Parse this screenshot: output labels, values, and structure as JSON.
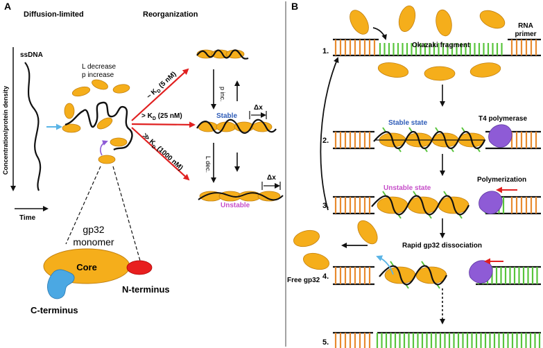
{
  "colors": {
    "protein": "#F5AE1B",
    "protein_stroke": "#C07F10",
    "dna": "#1a1a1a",
    "arrow_blue": "#5AB4E6",
    "arrow_red": "#E02020",
    "arrow_purple": "#8E5BD6",
    "polymerase": "#8E5BD6",
    "template_strand": "#E88A2E",
    "new_strand": "#58C43B",
    "stable_label": "#2E5CB8",
    "unstable_label": "#C64FC9",
    "n_terminus": "#E81F1F",
    "c_terminus": "#4BA8E3"
  },
  "panel_a": {
    "letter": "A",
    "heading_left": "Diffusion-limited",
    "heading_right": "Reorganization",
    "ssdna_label": "ssDNA",
    "y_axis_label": "Concentration/protein density",
    "x_axis_label": "Time",
    "l_decrease": "L decrease",
    "p_increase": "p increase",
    "kd_5_prefix": "~ K",
    "kd_5_sub": "D",
    "kd_5_suffix": " (5 nM)",
    "kd_25_prefix": "> K",
    "kd_25_sub": "D",
    "kd_25_suffix": " (25 nM)",
    "kd_1000_prefix": "≫ K",
    "kd_1000_sub": "D",
    "kd_1000_suffix": " (1000 nM)",
    "p_inc": "p inc.",
    "l_dec": "L dec.",
    "stable": "Stable",
    "unstable": "Unstable",
    "delta_x": "Δx",
    "monomer_line1": "gp32",
    "monomer_line2": "monomer",
    "core": "Core",
    "n_terminus": "N-terminus",
    "c_terminus": "C-terminus"
  },
  "panel_b": {
    "letter": "B",
    "okazaki": "Okazaki fragment",
    "rna_line1": "RNA",
    "rna_line2": "primer",
    "stable_state": "Stable state",
    "t4_polymerase": "T4 polymerase",
    "unstable_state": "Unstable state",
    "polymerization": "Polymerization",
    "rapid_dissociation": "Rapid gp32 dissociation",
    "free_gp32": "Free gp32",
    "step_labels": [
      "1.",
      "2.",
      "3.",
      "4.",
      "5."
    ]
  }
}
